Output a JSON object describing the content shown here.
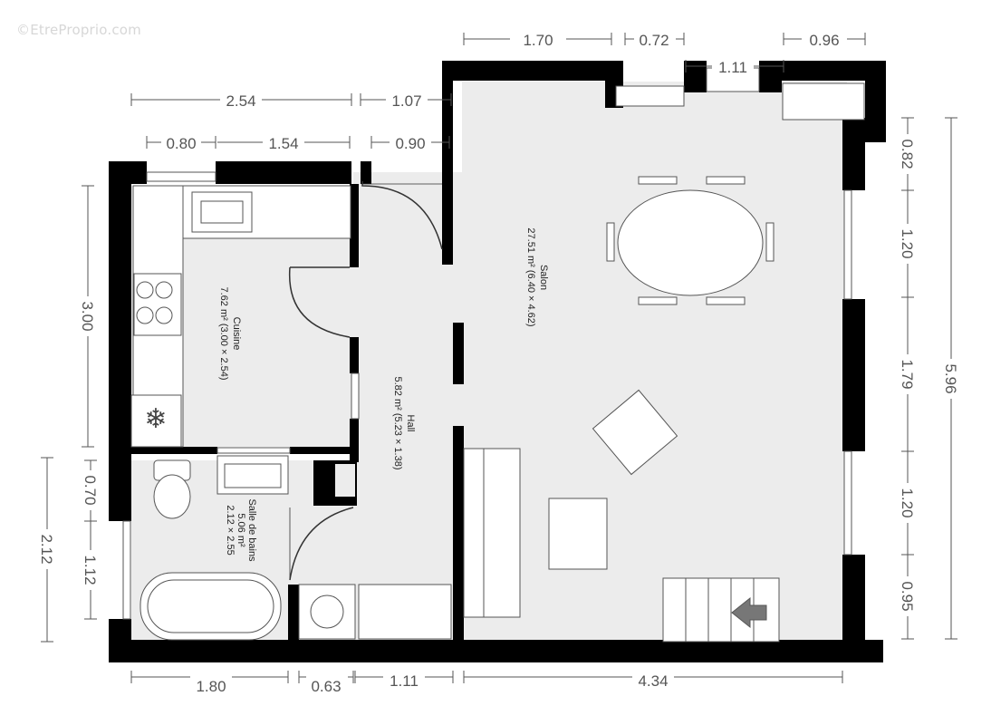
{
  "watermark": "©EtreProprio.com",
  "rooms": {
    "salon": {
      "name": "Salon",
      "info": "27.51 m² (6.40 × 4.62)"
    },
    "cuisine": {
      "name": "Cuisine",
      "info": "7.62 m² (3.00 × 2.54)"
    },
    "hall": {
      "name": "Hall",
      "info": "5.82 m² (5.23 × 1.38)"
    },
    "sdb": {
      "name": "Salle de bains",
      "area": "5.06 m²",
      "dims": "2.12 × 2.55"
    }
  },
  "dimensions": {
    "top_170": "1.70",
    "top_072": "0.72",
    "top_096": "0.96",
    "top_111": "1.11",
    "top_254": "2.54",
    "top_107": "1.07",
    "top_080": "0.80",
    "top_154": "1.54",
    "top_090": "0.90",
    "left_300": "3.00",
    "left_070": "0.70",
    "left_112": "1.12",
    "left_212": "2.12",
    "right_082": "0.82",
    "right_120a": "1.20",
    "right_179": "1.79",
    "right_120b": "1.20",
    "right_095": "0.95",
    "right_596": "5.96",
    "bottom_180": "1.80",
    "bottom_063": "0.63",
    "bottom_111": "1.11",
    "bottom_434": "4.34"
  }
}
